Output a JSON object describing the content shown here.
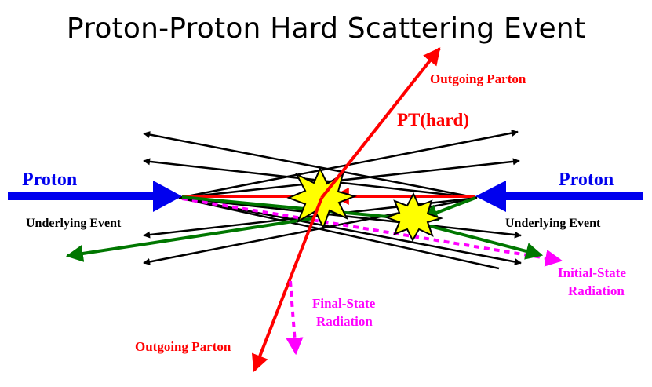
{
  "title": "Proton-Proton Hard Scattering Event",
  "labels": {
    "proton_left": "Proton",
    "proton_right": "Proton",
    "outgoing_parton_top": "Outgoing Parton",
    "outgoing_parton_bottom": "Outgoing Parton",
    "pt_hard": "PT(hard)",
    "underlying_event_left": "Underlying Event",
    "underlying_event_right": "Underlying Event",
    "final_state_radiation_1": "Final-State",
    "final_state_radiation_2": "Radiation",
    "initial_state_radiation_1": "Initial-State",
    "initial_state_radiation_2": "Radiation"
  },
  "colors": {
    "proton": "#0000ee",
    "parton": "#ff0000",
    "gluon": "#007700",
    "radiation": "#ff00ff",
    "underlying": "#000000",
    "burst_fill": "#ffff00",
    "burst_stroke": "#000000"
  }
}
